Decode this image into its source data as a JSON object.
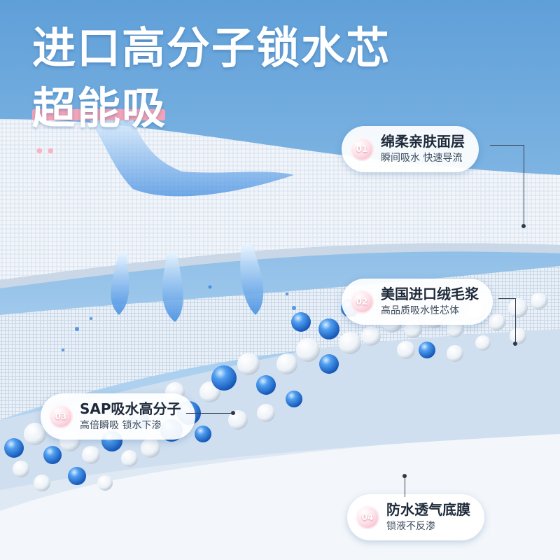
{
  "headline": {
    "line1": "进口高分子锁水芯",
    "line2": "超能吸"
  },
  "labels": [
    {
      "num": "01",
      "title": "绵柔亲肤面层",
      "sub": "瞬间吸水 快速导流"
    },
    {
      "num": "02",
      "title": "美国进口绒毛浆",
      "sub": "高品质吸水性芯体"
    },
    {
      "num": "03",
      "title": "SAP吸水高分子",
      "sub": "高倍瞬吸 锁水下渗"
    },
    {
      "num": "04",
      "title": "防水透气底膜",
      "sub": "锁液不反渗"
    }
  ],
  "colors": {
    "background": "#7cb3e2",
    "accent_pink": "#f4a3b8",
    "water_blue": "#3d8be0",
    "text_dark": "#1e2a3a"
  }
}
